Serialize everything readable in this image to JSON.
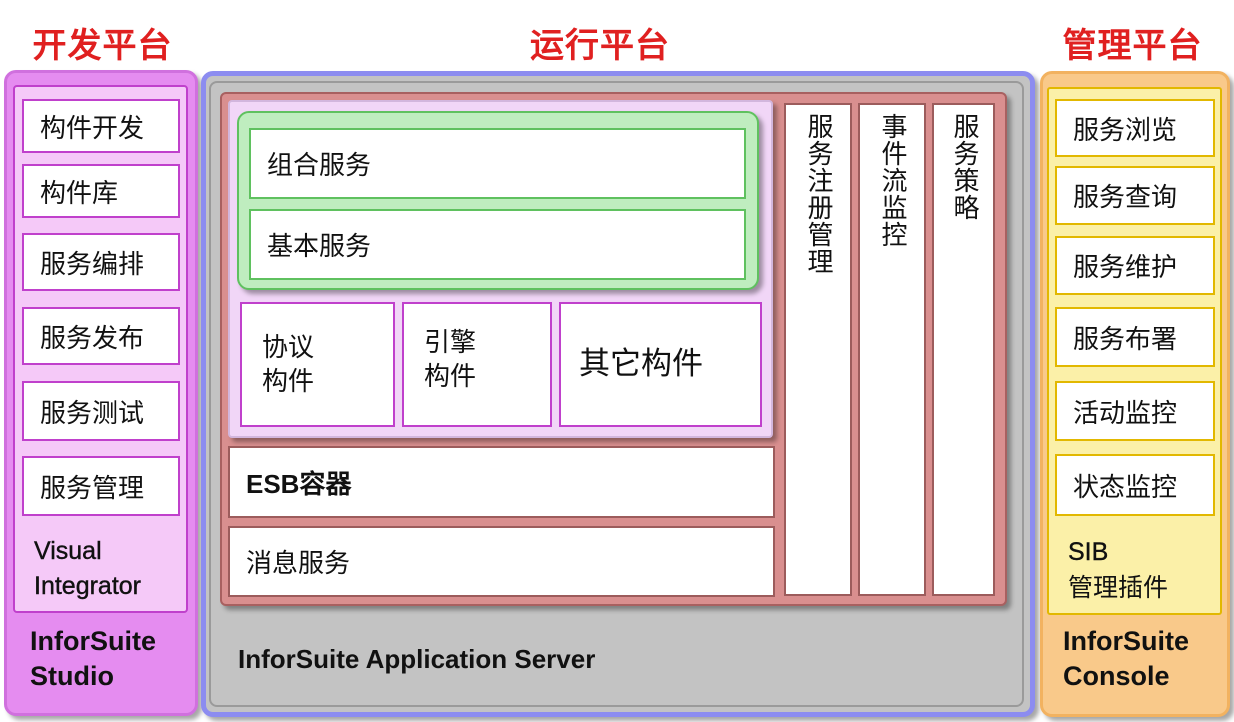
{
  "dev": {
    "title": "开发平台",
    "items": [
      "构件开发",
      "构件库",
      "服务编排",
      "服务发布",
      "服务测试",
      "服务管理"
    ],
    "tool_label": "Visual Integrator",
    "product_label": "InforSuite Studio"
  },
  "runtime": {
    "title": "运行平台",
    "composite_service": "组合服务",
    "basic_service": "基本服务",
    "protocol_component": "协议构件",
    "engine_component": "引擎构件",
    "other_component": "其它构件",
    "esb_container": "ESB容器",
    "message_service": "消息服务",
    "vertical_items": [
      "服务注册管理",
      "事件流监控",
      "服务策略"
    ],
    "product_label": "InforSuite Application Server"
  },
  "mgmt": {
    "title": "管理平台",
    "items": [
      "服务浏览",
      "服务查询",
      "服务维护",
      "服务布署",
      "活动监控",
      "状态监控"
    ],
    "plugin_line1": "SIB",
    "plugin_line2": "管理插件",
    "product_label": "InforSuite Console"
  },
  "colors": {
    "title_red": "#e02020",
    "dev_outer": "#e58cf0",
    "dev_inner": "#f5c9f8",
    "dev_border": "#c040cc",
    "runtime_outer": "#c3c3c3",
    "runtime_border": "#8c8cf0",
    "runtime_inner": "#d98f8f",
    "purple_panel": "#f1d6f7",
    "green_panel": "#bfedbf",
    "green_border": "#5fc15f",
    "mgmt_outer": "#f9c98a",
    "mgmt_inner": "#fbf0a8",
    "mgmt_border": "#e2b800"
  }
}
